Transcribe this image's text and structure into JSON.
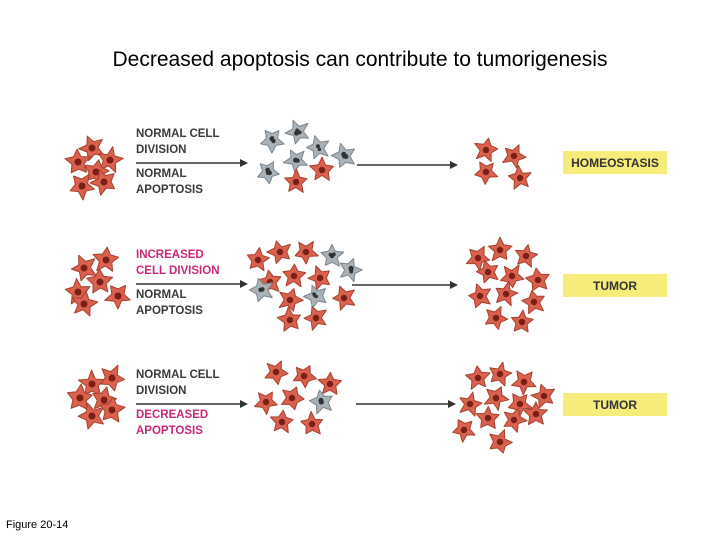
{
  "title": "Decreased apoptosis can contribute to tumorigenesis",
  "caption": "Figure 20-14",
  "colors": {
    "normal_text": "#3a3a3a",
    "highlight_text": "#c8287a",
    "cell_fill": "#d9614e",
    "cell_stroke": "#a8402f",
    "nucleus": "#7a1f16",
    "apoptotic_fill": "#a9b2b8",
    "apoptotic_stroke": "#7d868c",
    "apoptotic_nucleus": "#333333",
    "outcome_box": "#f6ec7a",
    "arrow": "#333333"
  },
  "rows": [
    {
      "label_lines": [
        {
          "text": "NORMAL CELL",
          "highlight": false
        },
        {
          "text": "DIVISION",
          "highlight": false
        },
        {
          "text": "NORMAL",
          "highlight": false
        },
        {
          "text": "APOPTOSIS",
          "highlight": false
        }
      ],
      "outcome": "HOMEOSTASIS"
    },
    {
      "label_lines": [
        {
          "text": "INCREASED",
          "highlight": true
        },
        {
          "text": "CELL DIVISION",
          "highlight": true
        },
        {
          "text": "NORMAL",
          "highlight": false
        },
        {
          "text": "APOPTOSIS",
          "highlight": false
        }
      ],
      "outcome": "TUMOR"
    },
    {
      "label_lines": [
        {
          "text": "NORMAL CELL",
          "highlight": false
        },
        {
          "text": "DIVISION",
          "highlight": false
        },
        {
          "text": "DECREASED",
          "highlight": true
        },
        {
          "text": "APOPTOSIS",
          "highlight": true
        }
      ],
      "outcome": "TUMOR"
    }
  ]
}
